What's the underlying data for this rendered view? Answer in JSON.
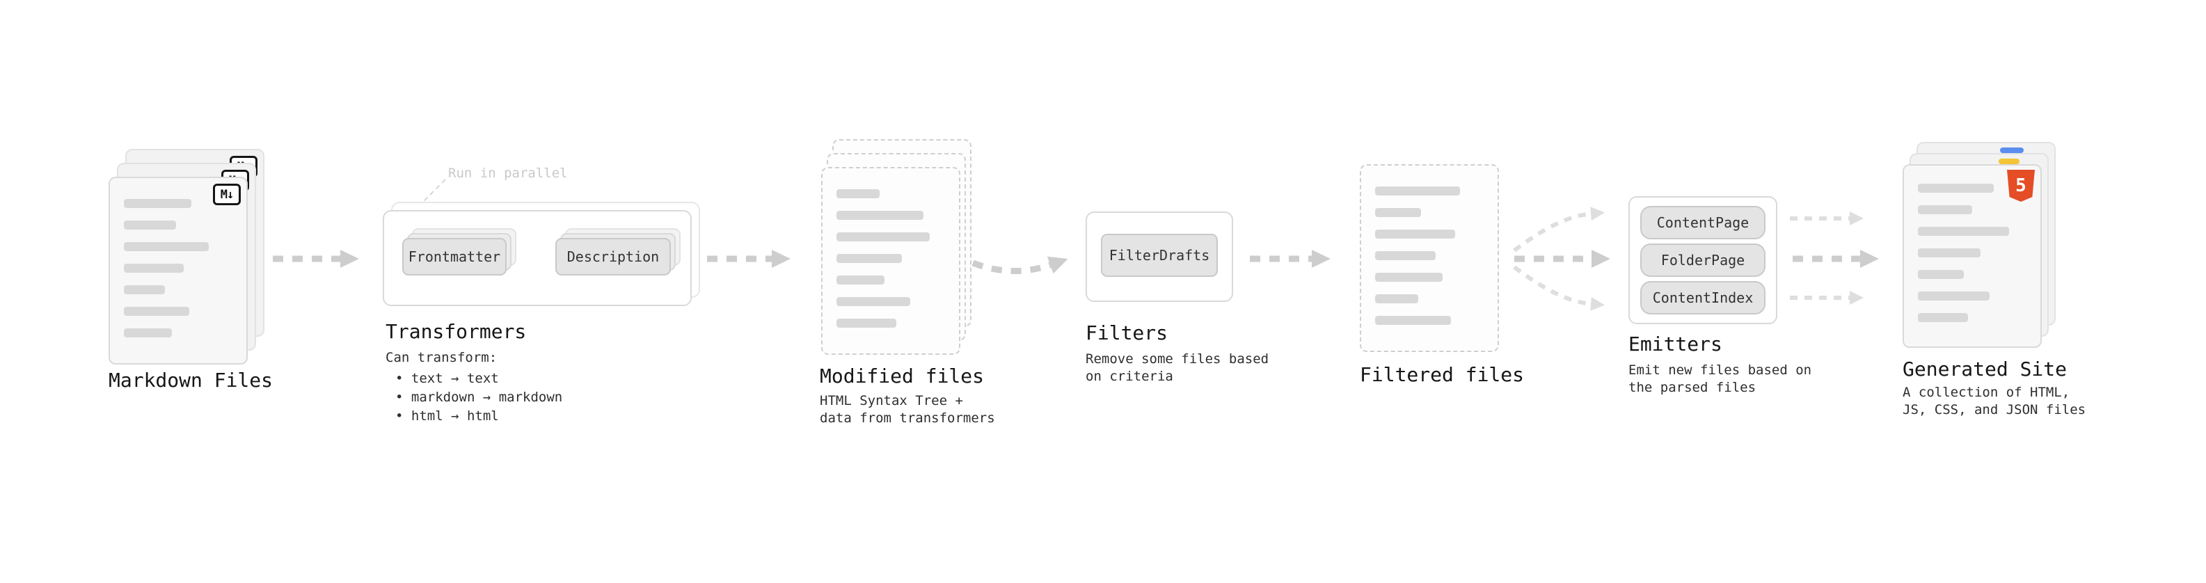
{
  "colors": {
    "arrow": "#cdcdcd",
    "arrow_light": "#dedede",
    "heading_text": "#161616",
    "body_text": "#2e2e2e",
    "annotation_text": "#c9c9c9",
    "html5_orange": "#e44d26"
  },
  "nodes": {
    "markdown_files": {
      "label": "Markdown Files",
      "badge_icon_text": "M↓"
    },
    "transformers": {
      "label": "Transformers",
      "annotation": "Run in parallel",
      "buttons": [
        "Frontmatter",
        "Description"
      ],
      "caption_title": "Can transform:",
      "caption_bullets": [
        "• text → text",
        "• markdown → markdown",
        "• html → html"
      ]
    },
    "modified_files": {
      "label": "Modified files",
      "caption_lines": [
        "HTML Syntax Tree +",
        "data from transformers"
      ]
    },
    "filters": {
      "label": "Filters",
      "buttons": [
        "FilterDrafts"
      ],
      "caption_lines": [
        "Remove some files based",
        "on criteria"
      ]
    },
    "filtered_files": {
      "label": "Filtered files"
    },
    "emitters": {
      "label": "Emitters",
      "buttons": [
        "ContentPage",
        "FolderPage",
        "ContentIndex"
      ],
      "caption_lines": [
        "Emit new files based on",
        "the parsed files"
      ]
    },
    "generated_site": {
      "label": "Generated Site",
      "badge_icon_text": "5",
      "caption_lines": [
        "A collection of HTML,",
        "JS, CSS, and JSON files"
      ]
    }
  }
}
